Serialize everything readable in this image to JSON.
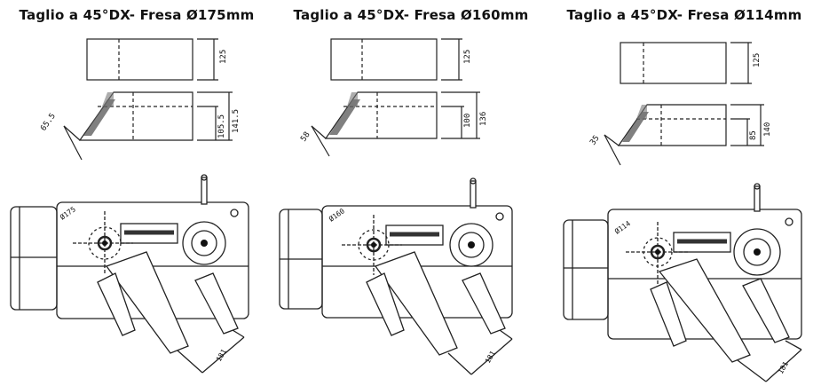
{
  "panels": [
    {
      "title": "Taglio a 45°DX- Fresa Ø175mm",
      "top_view": {
        "height_label": "125"
      },
      "side_view": {
        "angle_label": "65.5",
        "depth_label": "105.5",
        "total_label": "141.5"
      },
      "machine": {
        "blade_label": "Ø175",
        "stroke_label": "181"
      }
    },
    {
      "title": "Taglio a 45°DX- Fresa Ø160mm",
      "top_view": {
        "height_label": "125"
      },
      "side_view": {
        "angle_label": "58",
        "depth_label": "100",
        "total_label": "136"
      },
      "machine": {
        "blade_label": "Ø160",
        "stroke_label": "181"
      }
    },
    {
      "title": "Taglio a 45°DX- Fresa Ø114mm",
      "top_view": {
        "height_label": "125"
      },
      "side_view": {
        "angle_label": "35",
        "depth_label": "85",
        "total_label": "140"
      },
      "machine": {
        "blade_label": "Ø114",
        "stroke_label": "181"
      }
    }
  ]
}
